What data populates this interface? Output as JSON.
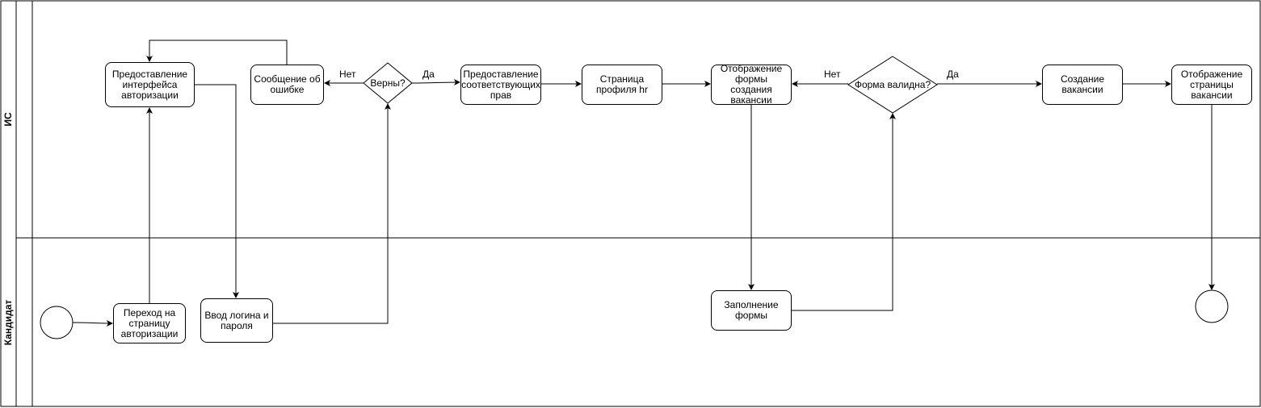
{
  "lanes": [
    {
      "id": "is",
      "title": "ИС"
    },
    {
      "id": "candidate",
      "title": "Кандидат"
    }
  ],
  "nodes": {
    "auth_interface": "Предоставление интерфейса авторизации",
    "error_message": "Сообщение об ошибке",
    "check_correct": "Верны?",
    "grant_rights": "Предоставление соответствующих прав",
    "hr_profile": "Страница профиля hr",
    "show_vacancy_form": "Отображение формы создания вакансии",
    "form_valid": "Форма валидна?",
    "create_vacancy": "Создание вакансии",
    "show_vacancy_page": "Отображение страницы вакансии",
    "go_to_auth": "Переход на страницу авторизации",
    "enter_login": "Ввод логина и пароля",
    "fill_form": "Заполнение формы"
  },
  "edge_labels": {
    "check_no": "Нет",
    "check_yes": "Да",
    "form_no": "Нет",
    "form_yes": "Да"
  }
}
